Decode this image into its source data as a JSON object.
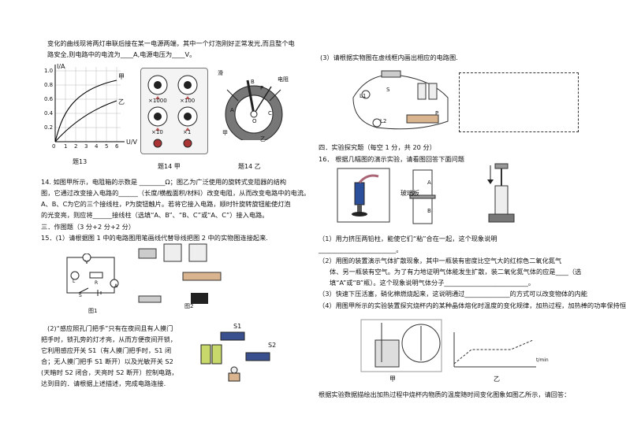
{
  "left": {
    "intro_line1": "变化的曲线现将两灯串联后接在某一电源两端，其中一个灯泡刚好正常发光,而且整个电",
    "intro_line2": "路安全,则电路中的电流为____A,电源电压为____V。",
    "fig13": {
      "y_axis_label": "I/A",
      "x_axis_label": "U/V",
      "y_ticks": [
        "1.0",
        "0.8",
        "0.6",
        "0.4",
        "0.2"
      ],
      "x_ticks": [
        "0",
        "1",
        "2",
        "3",
        "4",
        "5",
        "6"
      ],
      "series_labels": [
        "甲",
        "乙"
      ],
      "caption": "题13"
    },
    "fig14a": {
      "dial_labels": [
        "×1000",
        "×100",
        "×10",
        "×1"
      ],
      "caption": "题14 甲"
    },
    "fig14b": {
      "labels": [
        "滑",
        "A",
        "B",
        "C",
        "P",
        "O",
        "电阻",
        "甲",
        "乙"
      ],
      "caption": "题14 乙"
    },
    "q14_line1": "14. 如图甲所示，电阻箱的示数是 ________Ω；图乙为广泛使用的旋转式变阻器的结构",
    "q14_line2": "图，它通过改变接入电路的______（长度/横截面积/材料）改变电阻，从而改变电路中的电流。",
    "q14_line3": "A、B、C为它的三个接线柱，P为旋钮触片。若将它接入电路，顺时针旋转旋钮能使灯泡",
    "q14_line4": "的光变亮，则应将______接线柱（选填“A、B”、“B、C”或“A、C”）接入电路。",
    "section3": "三．作图题（3 分+2 分+2 分）",
    "q15_1": "15．(1）请根据图 1 中的电路图用笔画线代替导线把图 2 中的实物图连接起来.",
    "fig15_labels": [
      "L",
      "R",
      "S",
      "A",
      "V",
      "图1",
      "图2"
    ],
    "q15_2_lines": [
      "(2)“感应照孔门把手”只有在夜间且有人摸门",
      "把手时，锁孔旁的灯才亮，从而方便夜间开锁，",
      "它利用感应开关 S1（有人摸门把手时，S1 闭",
      "合；无人摸门把手 S1 断开）以及光敏开关 S2",
      "(天暗时 S2 闭合，天亮时 S2 断开）控制电路，",
      "达到目的．请根据上述描述，完成电路连接."
    ],
    "switch_labels": [
      "S1",
      "S2"
    ]
  },
  "right": {
    "q3": "(3）请根据实物图在虚线框内画出相应的电路图.",
    "fig3_labels": [
      "S",
      "L1",
      "L2",
      "P"
    ],
    "section4": "四．实验探究题（每空 1 分，共 20 分）",
    "q16": "16．  根据几幅图的演示实验，请看图回答下面问题",
    "fig16_labels": [
      "玻璃板",
      "A",
      "B"
    ],
    "q16_1_line1": "（1）用力挤压两铅柱，能使它们“粘”合在一起，这个现象说明",
    "q16_1_line2": "________________________。",
    "q16_2_lines": [
      "（2）用图的装置演示气体扩散现象，其中一瓶装有密度比空气大的红棕色二氧化氮气",
      "体、另一瓶装有空气。为了有力地证明气体能发生扩散，装二氧化氮气体的应是____（选",
      "填“A”或“B”瓶）。这个现象说明气体分子__________________________。"
    ],
    "q16_3": "（3）快速下压活塞，硝化棉燃烧起来，这说明通过______________的方式可以改变物体的内能",
    "q16_4": "（4）用图甲所示的实验装置探究烧杯内的某种晶体熔化时温度的变化规律，加热过程，加热棒的功率保持恒定。",
    "fig_bottom_labels": [
      "甲",
      "乙",
      "t/min"
    ],
    "footer": "根据实验数据描绘出加热过程中烧杯内物质的温度随时间变化图象如图乙所示，请回答："
  }
}
